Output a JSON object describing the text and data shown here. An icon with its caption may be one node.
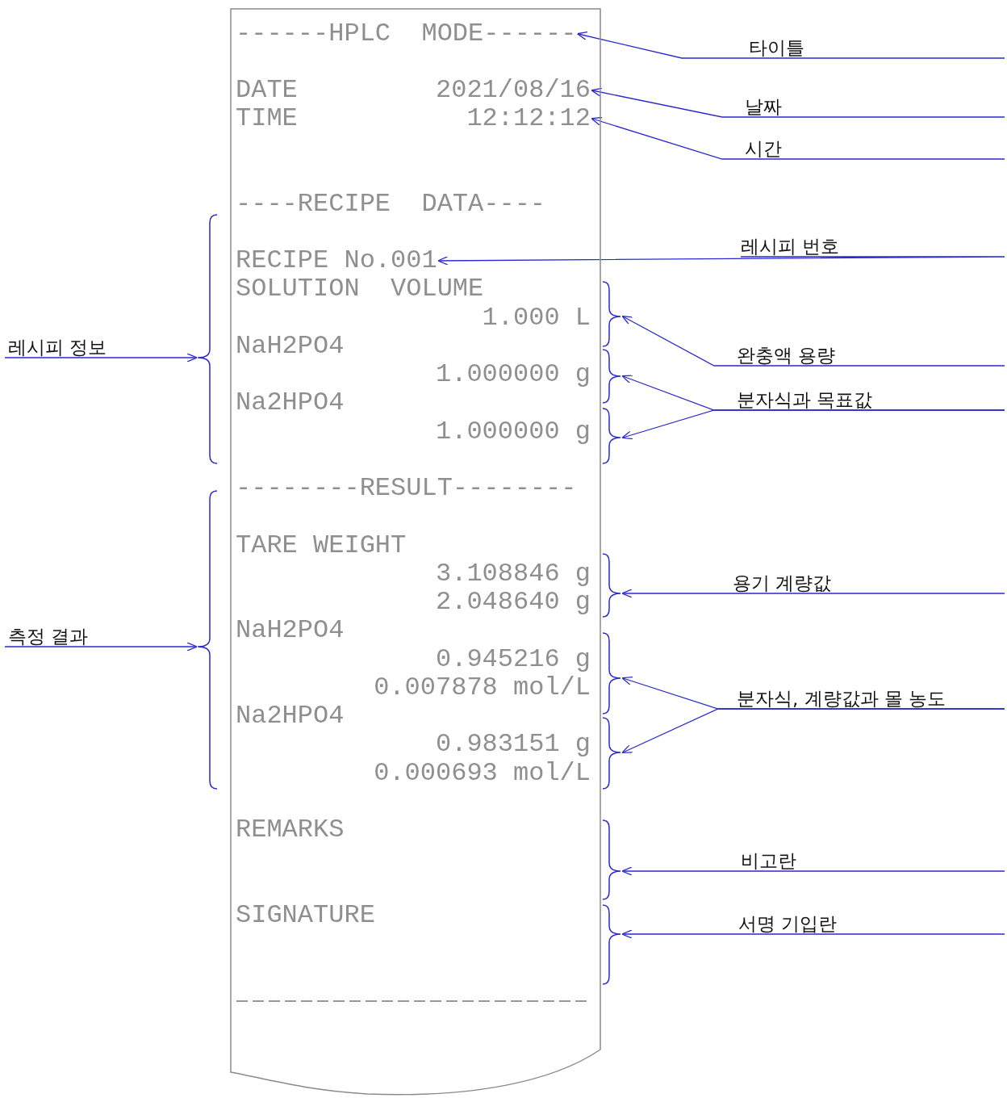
{
  "diagram": {
    "nodes": [
      {
        "text": [],
        "shape": "box"
      },
      {
        "text": [
          "------HPLC  MODE------"
        ],
        "in": 0
      },
      {
        "text": [
          "DATE"
        ],
        "in": 0
      },
      {
        "text": [
          "2021/08/16"
        ],
        "in": 0
      },
      {
        "text": [
          "TIME"
        ],
        "in": 0
      },
      {
        "text": [
          "12:12:12"
        ],
        "in": 0
      },
      {
        "text": [
          "----RECIPE  DATA----"
        ],
        "in": 0
      },
      {
        "text": [
          "RECIPE No.001"
        ],
        "in": 0
      },
      {
        "text": [
          "SOLUTION  VOLUME"
        ],
        "in": 0
      },
      {
        "text": [
          "1.000 L"
        ],
        "in": 0
      },
      {
        "text": [
          "NaH2PO4"
        ],
        "in": 0
      },
      {
        "text": [
          "1.000000 g"
        ],
        "in": 0
      },
      {
        "text": [
          "Na2HPO4"
        ],
        "in": 0
      },
      {
        "text": [
          "1.000000 g"
        ],
        "in": 0
      },
      {
        "text": [
          "--------RESULT--------"
        ],
        "in": 0
      },
      {
        "text": [
          "TARE WEIGHT"
        ],
        "in": 0
      },
      {
        "text": [
          "3.108846 g"
        ],
        "in": 0
      },
      {
        "text": [
          "2.048640 g"
        ],
        "in": 0
      },
      {
        "text": [
          "NaH2PO4"
        ],
        "in": 0
      },
      {
        "text": [
          "0.945216 g"
        ],
        "in": 0
      },
      {
        "text": [
          "0.007878 mol/L"
        ],
        "in": 0
      },
      {
        "text": [
          "Na2HPO4"
        ],
        "in": 0
      },
      {
        "text": [
          "0.983151 g"
        ],
        "in": 0
      },
      {
        "text": [
          "0.000693 mol/L"
        ],
        "in": 0
      },
      {
        "text": [
          "REMARKS"
        ],
        "in": 0
      },
      {
        "text": [
          "SIGNATURE"
        ],
        "in": 0
      },
      {
        "text": [],
        "shape": "bracket"
      },
      {
        "text": [],
        "shape": "bracket"
      },
      {
        "text": [],
        "shape": "bracket"
      },
      {
        "text": [],
        "shape": "bracket"
      },
      {
        "text": [],
        "shape": "bracket"
      },
      {
        "text": [],
        "shape": "bracket"
      },
      {
        "text": [],
        "shape": "bracket"
      },
      {
        "text": [],
        "shape": "bracket"
      },
      {
        "text": [],
        "shape": "bracket"
      },
      {
        "text": [],
        "shape": "bracket"
      },
      {
        "text": [
          "레시피 정보"
        ]
      },
      {
        "text": [
          "측정 결과"
        ]
      },
      {
        "text": [
          "타이틀"
        ]
      },
      {
        "text": [
          "날짜"
        ]
      },
      {
        "text": [
          "시간"
        ]
      },
      {
        "text": [
          "레시피 번호"
        ]
      },
      {
        "text": [
          "완충액 용량"
        ]
      },
      {
        "text": [
          "분자식과 목표값"
        ]
      },
      {
        "text": [
          "용기 계량값"
        ]
      },
      {
        "text": [
          "분자식, 계량값과 몰 농도"
        ]
      },
      {
        "text": [
          "비고란"
        ]
      },
      {
        "text": [
          "서명 기입란"
        ]
      }
    ],
    "edges": [
      {
        "from": 38,
        "to": 1,
        "arrow": "to"
      },
      {
        "from": 39,
        "to": 3,
        "arrow": "to"
      },
      {
        "from": 40,
        "to": 5,
        "arrow": "to"
      },
      {
        "from": 41,
        "to": 7,
        "arrow": "to"
      },
      {
        "from": 42,
        "to": 28,
        "arrow": "to"
      },
      {
        "from": 43,
        "to": 29,
        "arrow": "to"
      },
      {
        "from": 43,
        "to": 30,
        "arrow": "to"
      },
      {
        "from": 44,
        "to": 31,
        "arrow": "to"
      },
      {
        "from": 45,
        "to": 32,
        "arrow": "to"
      },
      {
        "from": 45,
        "to": 33,
        "arrow": "to"
      },
      {
        "from": 46,
        "to": 34,
        "arrow": "to"
      },
      {
        "from": 47,
        "to": 35,
        "arrow": "to"
      },
      {
        "from": 36,
        "to": 26,
        "arrow": "to"
      },
      {
        "from": 37,
        "to": 27,
        "arrow": "to"
      }
    ]
  }
}
